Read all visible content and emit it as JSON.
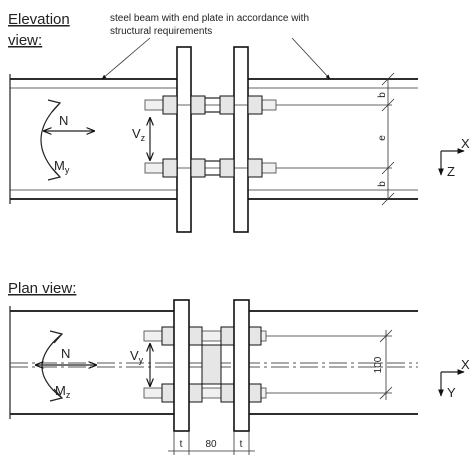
{
  "elevation": {
    "title_line1": "Elevation",
    "title_line2": "view:",
    "note_line1": "steel beam with end plate in accordance with",
    "note_line2": "structural requirements",
    "force_n": "N",
    "shear_main": "V",
    "shear_sub": "z",
    "moment_main": "M",
    "moment_sub": "y",
    "dim_b_top": "b",
    "dim_e": "e",
    "dim_b_bottom": "b",
    "axis_x": "X",
    "axis_z": "Z"
  },
  "plan": {
    "title": "Plan view:",
    "force_n": "N",
    "shear_main": "V",
    "shear_sub": "y",
    "moment_main": "M",
    "moment_sub": "z",
    "dim_100": "100",
    "dim_t_left": "t",
    "dim_80": "80",
    "dim_t_right": "t",
    "axis_x": "X",
    "axis_y": "Y"
  }
}
